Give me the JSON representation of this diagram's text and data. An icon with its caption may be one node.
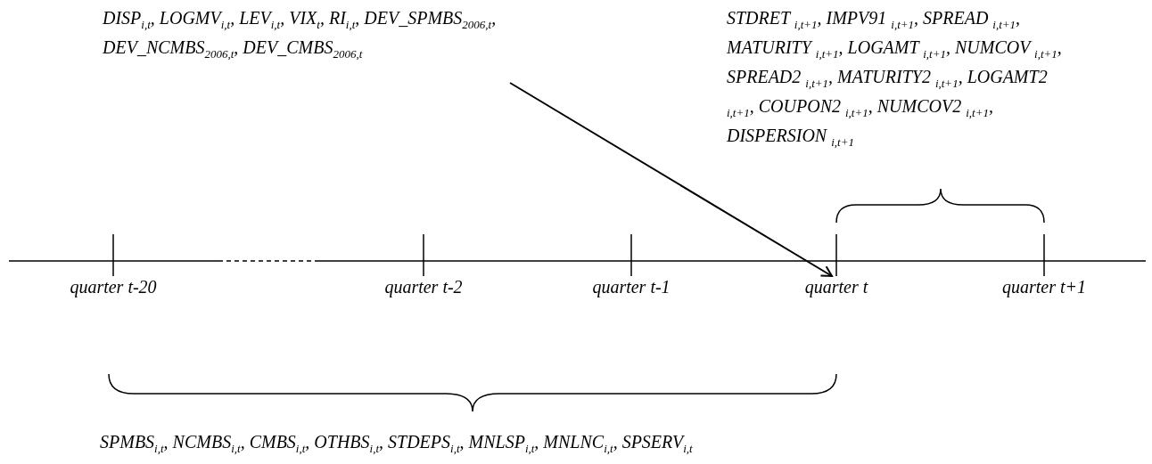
{
  "diagram": {
    "nodes": [
      {
        "text": [
          "DISP$_{i,t}$, LOGMV$_{i,t}$, LEV$_{i,t}$, VIX$_{t}$, RI$_{i,t}$, DEV_SPMBS$_{2006,t}$, DEV_NCMBS$_{2006,t}$, DEV_CMBS$_{2006,t}$"
        ]
      },
      {
        "text": [],
        "shape": "bar"
      }
    ],
    "edges": [
      {
        "from": 0,
        "to": 1,
        "arrow": "to"
      }
    ],
    "labels": [
      "STDRET $_{i,t+1}$, IMPV91 $_{i,t+1}$, SPREAD $_{i,t+1}$, MATURITY $_{i,t+1}$, LOGAMT $_{i,t+1}$, NUMCOV $_{i,t+1}$, SPREAD2 $_{i,t+1}$, MATURITY2 $_{i,t+1}$, LOGAMT2 $_{i,t+1}$, COUPON2 $_{i,t+1}$, NUMCOV2 $_{i,t+1}$, DISPERSION $_{i,t+1}$",
      "quarter t-20",
      "quarter t-2",
      "quarter t-1",
      "quarter t",
      "quarter t+1",
      "SPMBS$_{i,t}$, NCMBS$_{i,t}$, CMBS$_{i,t}$, OTHBS$_{i,t}$, STDEPS$_{i,t}$, MNLSP$_{i,t}$, MNLNC$_{i,t}$, SPSERV$_{i,t}$"
    ]
  }
}
